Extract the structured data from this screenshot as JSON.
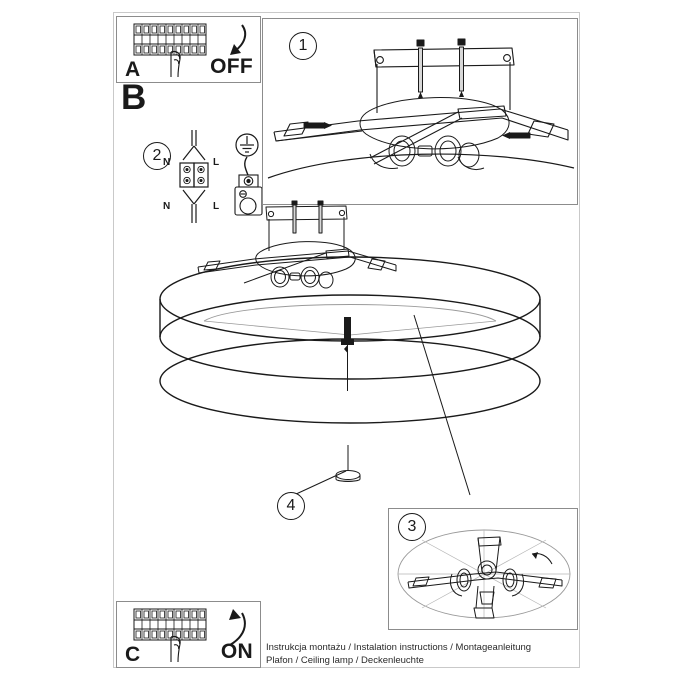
{
  "document": {
    "type": "installation-instruction-sheet",
    "footer_lines": [
      "Instrukcja montażu / Instalation instructions / Montageanleitung",
      "Plafon / Ceiling lamp / Deckenleuchte"
    ]
  },
  "sections": {
    "a": {
      "letter": "A",
      "action_label": "OFF",
      "icon": "circuit-breaker-panel-icon",
      "hand_icon": "pointing-hand-icon",
      "arrow_icon": "curved-arrow-down-icon"
    },
    "b": {
      "letter": "B"
    },
    "c": {
      "letter": "C",
      "action_label": "ON",
      "icon": "circuit-breaker-panel-icon",
      "hand_icon": "pointing-hand-icon",
      "arrow_icon": "curved-arrow-up-icon"
    }
  },
  "steps": [
    {
      "number": "1",
      "illustration": "ceiling-bracket-assembly-icon"
    },
    {
      "number": "2",
      "illustration": "terminal-block-wiring-icon"
    },
    {
      "number": "3",
      "illustration": "lamp-base-bottom-view-icon"
    },
    {
      "number": "4",
      "illustration": "diffuser-finial-icon"
    }
  ],
  "wiring": {
    "terminals_top": [
      "N",
      "L"
    ],
    "terminals_bottom": [
      "N",
      "L"
    ],
    "earth_symbol": "earth-ground-icon",
    "earth_terminal": "earth-terminal-block-icon"
  },
  "colors": {
    "line": "#1a1a1a",
    "frame": "#8c8c8c",
    "page_border": "#c9c9c9",
    "background": "#ffffff",
    "light_line": "#9a9a9a"
  }
}
